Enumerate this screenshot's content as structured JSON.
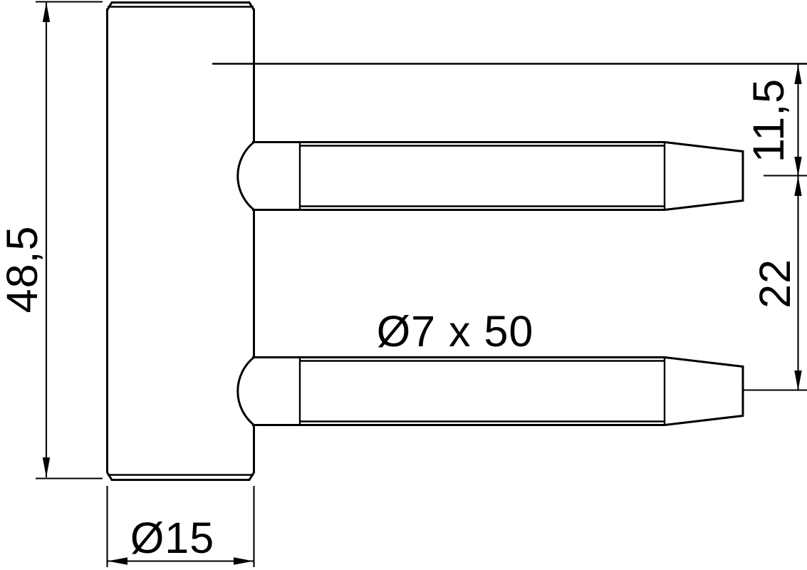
{
  "drawing": {
    "type": "technical-drawing",
    "subject": "hinge-frame-part-with-two-screw-pins",
    "colors": {
      "background": "#ffffff",
      "line": "#000000"
    },
    "labels": {
      "body_height": "48,5",
      "body_diameter": "Ø15",
      "pin_spec": "Ø7 x 50",
      "offset_top": "11,5",
      "pin_spacing": "22"
    }
  }
}
